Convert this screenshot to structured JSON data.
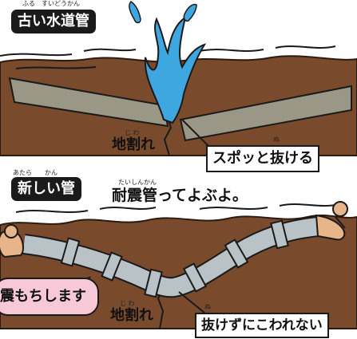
{
  "top_panel": {
    "title": "古い水道管",
    "title_ruby": "ふる　すいどうかん",
    "crack_label": "地割れ",
    "crack_ruby": "じ わ",
    "callout": "スポッと抜ける",
    "callout_ruby": "ぬ"
  },
  "bottom_panel": {
    "title": "新しい管",
    "title_ruby": "あたら　　かん",
    "headline": "耐震管ってよぶよ。",
    "headline_ruby": "たいしんかん",
    "bubble": "震もちします",
    "crack_label": "地割れ",
    "crack_ruby": "じ わ",
    "callout": "抜けずにこわれない",
    "callout_ruby": "ぬ"
  },
  "colors": {
    "soil": "#7a4a2c",
    "old_pipe": "#9a9787",
    "new_pipe": "#b9c2c7",
    "water": "#3fa7e0",
    "bubble": "#f7c9d8",
    "arm": "#e8b48a"
  }
}
